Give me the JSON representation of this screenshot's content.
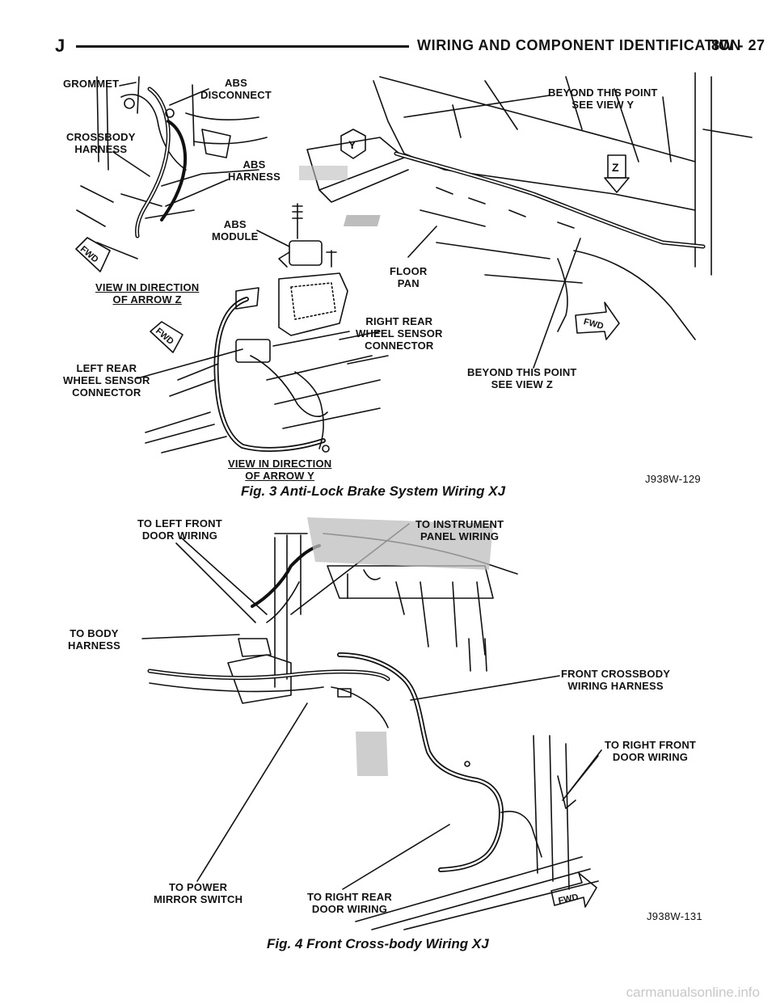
{
  "header": {
    "section_letter": "J",
    "title": "WIRING AND COMPONENT IDENTIFICATION",
    "page_number": "8W - 27"
  },
  "figure3": {
    "labels": {
      "grommet": "GROMMET",
      "abs_disconnect": "ABS\nDISCONNECT",
      "crossbody_harness": "CROSSBODY\nHARNESS",
      "abs_harness": "ABS\nHARNESS",
      "abs_module": "ABS\nMODULE",
      "view_arrow_z": "VIEW IN DIRECTION\nOF ARROW Z",
      "left_rear_sensor": "LEFT REAR\nWHEEL SENSOR\nCONNECTOR",
      "view_arrow_y": "VIEW IN DIRECTION\nOF ARROW Y",
      "beyond_y": "BEYOND THIS POINT\nSEE VIEW Y",
      "floor_pan": "FLOOR\nPAN",
      "right_rear_sensor": "RIGHT REAR\nWHEEL SENSOR\nCONNECTOR",
      "beyond_z": "BEYOND THIS POINT\nSEE VIEW Z",
      "arrow_y": "Y",
      "arrow_z": "Z",
      "fwd": "FWD"
    },
    "ref_code": "J938W-129",
    "caption": "Fig. 3 Anti-Lock Brake System Wiring XJ"
  },
  "figure4": {
    "labels": {
      "left_front_door": "TO LEFT FRONT\nDOOR WIRING",
      "instrument_panel": "TO INSTRUMENT\nPANEL WIRING",
      "body_harness": "TO BODY\nHARNESS",
      "front_crossbody": "FRONT CROSSBODY\nWIRING HARNESS",
      "right_front_door": "TO RIGHT FRONT\nDOOR WIRING",
      "power_mirror": "TO POWER\nMIRROR SWITCH",
      "right_rear_door": "TO RIGHT REAR\nDOOR WIRING",
      "fwd": "FWD"
    },
    "ref_code": "J938W-131",
    "caption": "Fig. 4 Front Cross-body Wiring XJ"
  },
  "watermark": "carmanualsonline.info"
}
